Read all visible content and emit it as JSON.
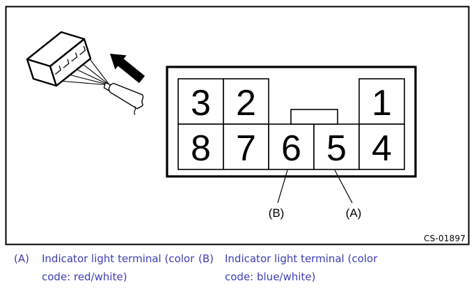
{
  "figure": {
    "code": "CS-01897",
    "pin_diagram": {
      "rows": [
        {
          "cells": [
            "3",
            "2",
            "1"
          ]
        },
        {
          "cells": [
            "8",
            "7",
            "6",
            "5",
            "4"
          ]
        }
      ]
    },
    "pointer_labels": {
      "b": "(B)",
      "a": "(A)"
    },
    "icons": [
      "connector-housing-icon",
      "terminal-slot-marks",
      "probe-lead-lines",
      "test-probe-icon",
      "break-symbol-icon",
      "direction-arrow-icon"
    ]
  },
  "captions": [
    {
      "label": "(A)",
      "text": "Indicator light terminal (color code: red/white)"
    },
    {
      "label": "(B)",
      "text": "Indicator light terminal (color code: blue/white)"
    }
  ],
  "colors": {
    "ink": "#000000",
    "caption_text": "#3c3db6",
    "background": "#ffffff"
  }
}
